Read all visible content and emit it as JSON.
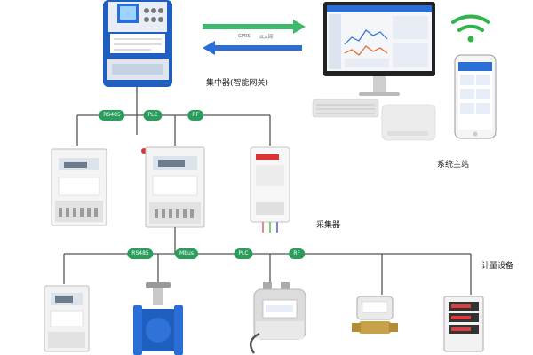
{
  "labels": {
    "concentrator": "集中器(智能网关)",
    "master_station": "系统主站",
    "collector": "采集器",
    "metering": "计量设备"
  },
  "link": {
    "protocol_a": "GPRS",
    "protocol_b": "以太网"
  },
  "bus_upper_tags": [
    "RS485",
    "PLC",
    "RF"
  ],
  "bus_lower_tags": [
    "RS485",
    "Mbus",
    "PLC",
    "RF"
  ],
  "colors": {
    "tag_green": "#2a9d5c",
    "bus_line": "#555555",
    "arrow_green": "#3dbb6d",
    "arrow_blue": "#2b6fd6",
    "device_blue": "#1f5fbf",
    "wifi_green": "#2fb34a"
  },
  "icons": [
    "wifi-icon",
    "desktop-icon",
    "phone-icon",
    "meter-icon",
    "valve-icon",
    "gas-meter-icon",
    "water-meter-icon",
    "power-meter-icon"
  ]
}
